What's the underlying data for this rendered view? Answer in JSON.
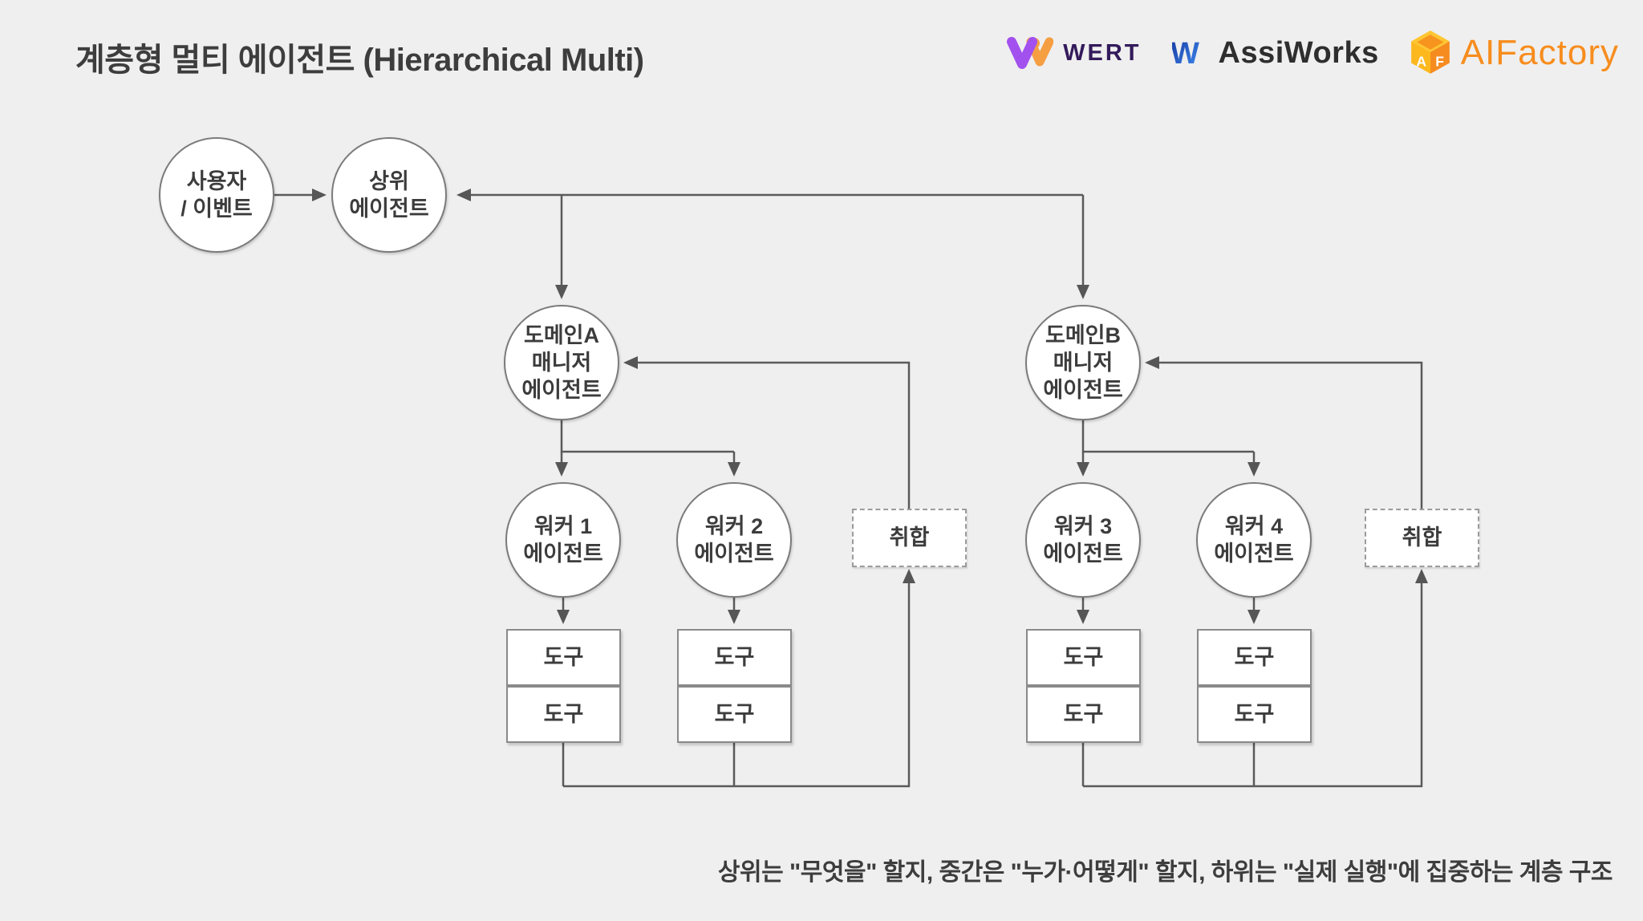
{
  "title": "계층형 멀티 에이전트 (Hierarchical Multi)",
  "logos": {
    "wert": {
      "text": "WERT"
    },
    "assiworks": {
      "text": "AssiWorks"
    },
    "aifactory": {
      "text": "AIFactory",
      "cube_letter_left": "A",
      "cube_letter_right": "F"
    }
  },
  "diagram": {
    "nodes": {
      "user_event": "사용자\n/ 이벤트",
      "upper_agent": "상위\n에이전트",
      "domain_a_manager": "도메인A\n매니저\n에이전트",
      "domain_b_manager": "도메인B\n매니저\n에이전트",
      "worker1": "워커 1\n에이전트",
      "worker2": "워커 2\n에이전트",
      "worker3": "워커 3\n에이전트",
      "worker4": "워커 4\n에이전트",
      "aggregate_a": "취합",
      "aggregate_b": "취합",
      "tool": "도구"
    }
  },
  "caption": "상위는 \"무엇을\" 할지, 중간은 \"누가·어떻게\" 할지,  하위는 \"실제 실행\"에 집중하는 계층 구조",
  "colors": {
    "background": "#efefef",
    "connector": "#5a5a5a",
    "node_border": "#7b7b7b",
    "text": "#3d3d3d",
    "wert_purple": "#a251ef",
    "wert_orange": "#f59e42",
    "wert_text": "#331a5b",
    "assiworks_blue_dark": "#16389d",
    "assiworks_blue_light": "#3f8cf3",
    "aifactory_orange": "#f78d1e",
    "aifactory_yellow": "#ffc631"
  }
}
